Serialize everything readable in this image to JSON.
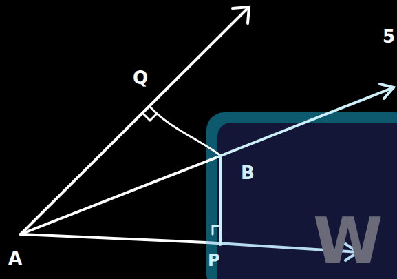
{
  "diagram": {
    "labels": [
      "Q",
      "B",
      "A",
      "P",
      "5",
      "W"
    ]
  }
}
